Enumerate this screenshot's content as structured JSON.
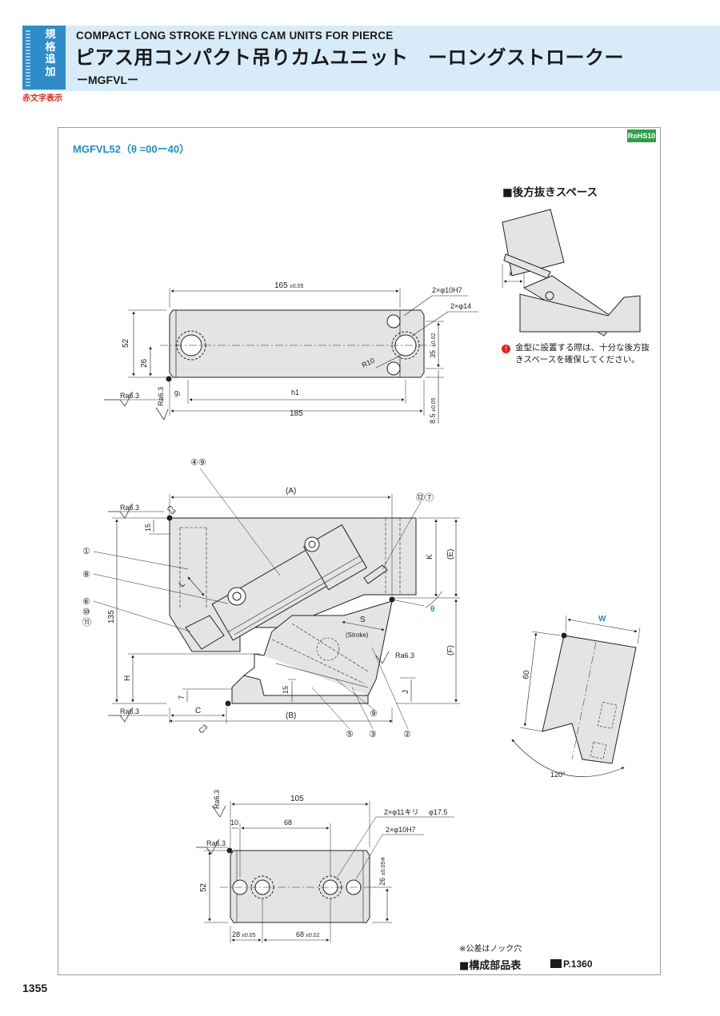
{
  "header": {
    "tag": [
      "規",
      "格",
      "追",
      "加"
    ],
    "tag_sub": "赤文字表示",
    "title_en": "COMPACT LONG STROKE FLYING CAM UNITS FOR PIERCE",
    "title_jp": "ピアス用コンパクト吊りカムユニット　ーロングストロークー",
    "model": "ーMGFVLー"
  },
  "section": {
    "title": "MGFVL52（θ =00ー40）",
    "rohs": "RoHS10"
  },
  "top_view": {
    "dims": {
      "len165": "165",
      "tol165": "±0.05",
      "h52": "52",
      "h26": "26",
      "hole1": "2×φ10H7",
      "hole2": "2×φ14",
      "r10": "R10",
      "d35": "35",
      "tol35": "±0.02",
      "d85": "8.5",
      "tol85": "±0.05",
      "g1": "g₁",
      "h1": "h1",
      "len185": "185",
      "ra": "Ra6.3"
    }
  },
  "side_view": {
    "labels": {
      "A": "(A)",
      "B": "(B)",
      "E": "(E)",
      "F": "(F)",
      "K": "K",
      "L": "L",
      "H": "H",
      "C": "C",
      "J": "J",
      "S": "S",
      "stroke": "(Stroke)",
      "theta": "θ",
      "d135": "135",
      "d15a": "15",
      "d15b": "15",
      "d7": "7",
      "c3a": "C3",
      "c3b": "C3",
      "ra": "Ra6.3"
    },
    "balloons": {
      "b1": "①",
      "b8": "⑧",
      "b6": "⑥",
      "b10": "⑩",
      "b11": "⑪",
      "b49": "④⑨",
      "b127": "⑫⑦",
      "b5": "⑤",
      "b3": "③",
      "b9": "⑨",
      "b2": "②"
    }
  },
  "end_view": {
    "labels": {
      "w": "W",
      "d60": "60",
      "angle": "120°"
    }
  },
  "bottom_view": {
    "dims": {
      "len105": "105",
      "d10": "10",
      "d68": "68",
      "hole1": "2×φ11キリ",
      "hole1b": "φ17.5",
      "hole2": "2×φ10H7",
      "h52": "52",
      "d26": "26",
      "tol26": "±0.05※",
      "d28": "28",
      "tol28": "±0.05",
      "d68b": "68",
      "tol68": "±0.02",
      "ra": "Ra6.3"
    }
  },
  "rear_space": {
    "title": "■後方抜きスペース",
    "x_label": "x",
    "note": "金型に設置する際は、十分な後方抜きスペースを確保してください。"
  },
  "footer": {
    "tolerance_note": "※公差はノック穴",
    "parts_table": "■構成部品表",
    "page_ref": "P.1360",
    "page_number": "1355"
  },
  "colors": {
    "accent": "#1a8fd3",
    "header_bg": "#d7ecf8",
    "tag_bg": "#2f8ccb",
    "red": "#e2231a",
    "rohs": "#2f9e4a",
    "part_fill": "#e4e4e4"
  }
}
